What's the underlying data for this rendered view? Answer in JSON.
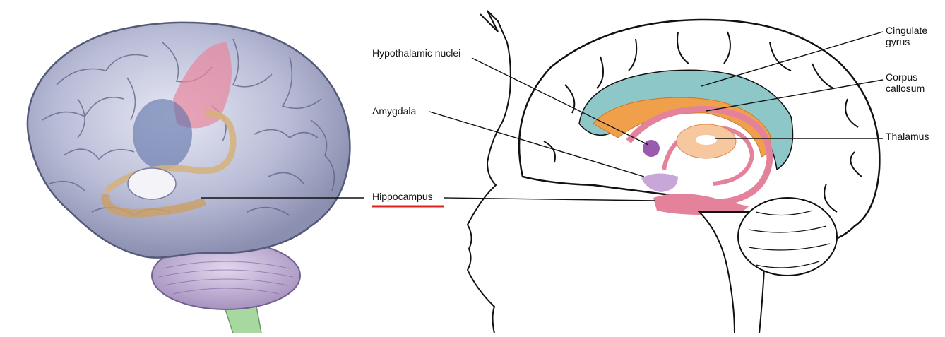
{
  "labels": {
    "hypothalamic_nuclei": "Hypothalamic nuclei",
    "amygdala": "Amygdala",
    "hippocampus": "Hippocampus",
    "cingulate_line1": "Cingulate",
    "cingulate_line2": "gyrus",
    "corpus_line1": "Corpus",
    "corpus_line2": "callosum",
    "thalamus": "Thalamus"
  },
  "colors": {
    "cingulate": "#8ec7c8",
    "corpus": "#f0a04b",
    "fornix_pink": "#e4829c",
    "hypothalamus_purple": "#9a5ab0",
    "amygdala_lilac": "#c9a6d8",
    "thalamus_peach": "#f7c79e",
    "highlight_underline": "#e0221f"
  }
}
